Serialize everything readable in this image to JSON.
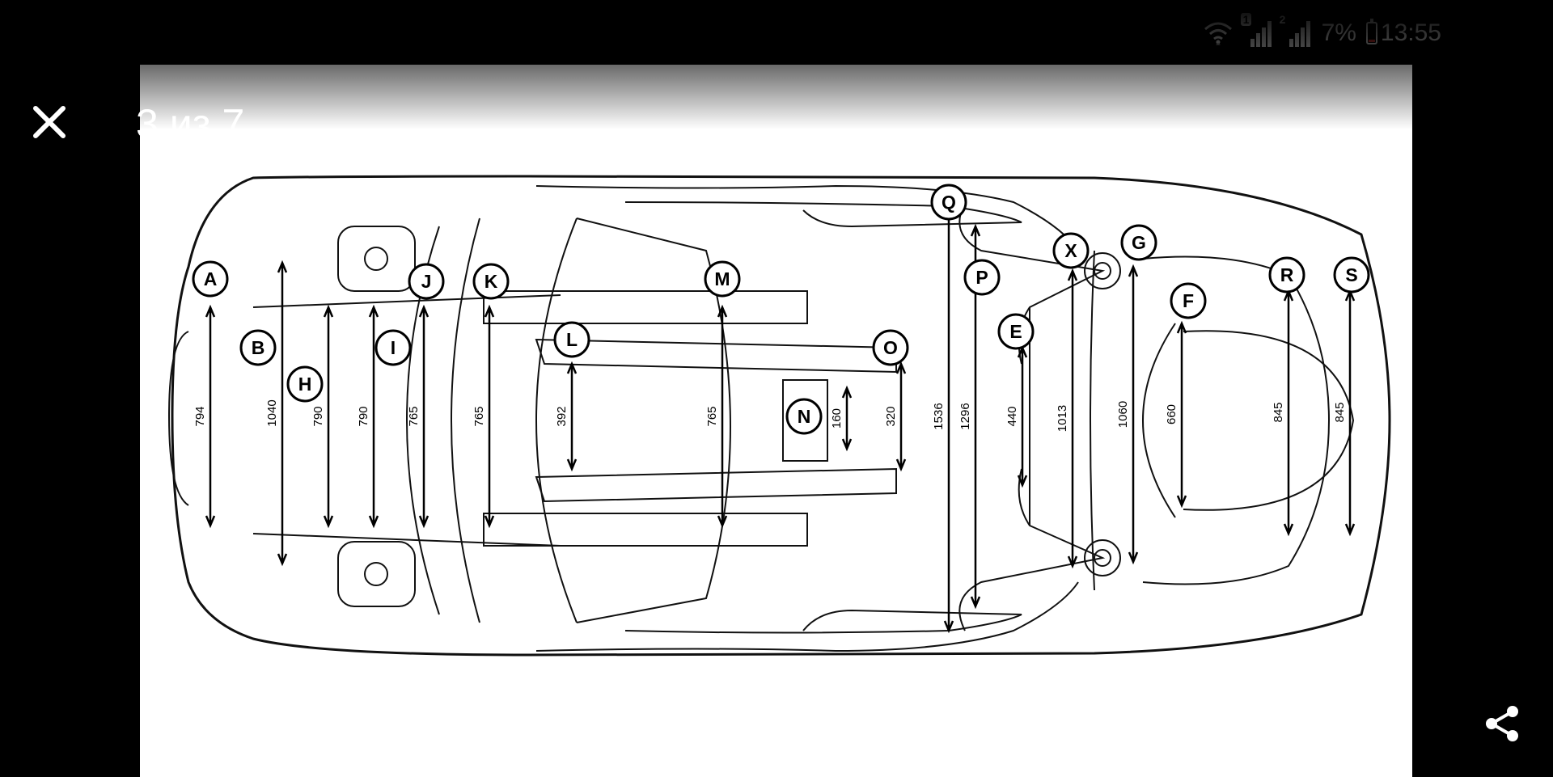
{
  "status_bar": {
    "wifi_icon": "wifi-icon",
    "sim1_label": "1",
    "sim2_label": "2",
    "battery_percent": "7%",
    "time": "13:55"
  },
  "viewer": {
    "counter": "3 из 7",
    "close_icon": "close-icon",
    "share_icon": "share-icon"
  },
  "diagram": {
    "point_labels": [
      "A",
      "B",
      "H",
      "I",
      "J",
      "K",
      "L",
      "M",
      "N",
      "O",
      "Q",
      "P",
      "X",
      "G",
      "E",
      "F",
      "R",
      "S"
    ],
    "dimensions": [
      "794",
      "1040",
      "790",
      "790",
      "765",
      "765",
      "392",
      "765",
      "160",
      "320",
      "1536",
      "1296",
      "440",
      "1013",
      "1060",
      "660",
      "845",
      "845"
    ]
  }
}
